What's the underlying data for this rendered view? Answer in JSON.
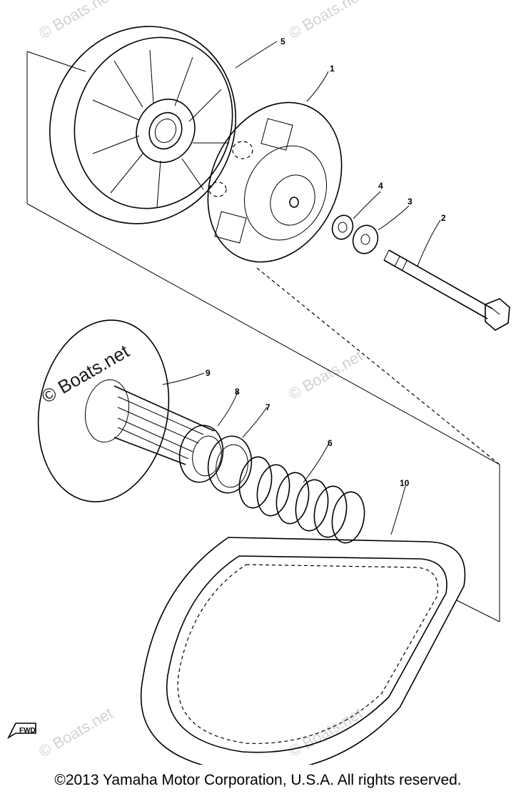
{
  "callouts": [
    {
      "id": "1",
      "label": "1"
    },
    {
      "id": "2",
      "label": "2"
    },
    {
      "id": "3",
      "label": "3"
    },
    {
      "id": "4",
      "label": "4"
    },
    {
      "id": "5",
      "label": "5"
    },
    {
      "id": "6",
      "label": "6"
    },
    {
      "id": "7",
      "label": "7"
    },
    {
      "id": "8",
      "label": "8"
    },
    {
      "id": "9",
      "label": "9"
    },
    {
      "id": "10",
      "label": "10"
    }
  ],
  "watermarks": {
    "light": "© Boats.net",
    "dark": "© Boats.net"
  },
  "fwd_label": "FWD",
  "copyright": "©2013 Yamaha Motor Corporation, U.S.A. All rights reserved."
}
